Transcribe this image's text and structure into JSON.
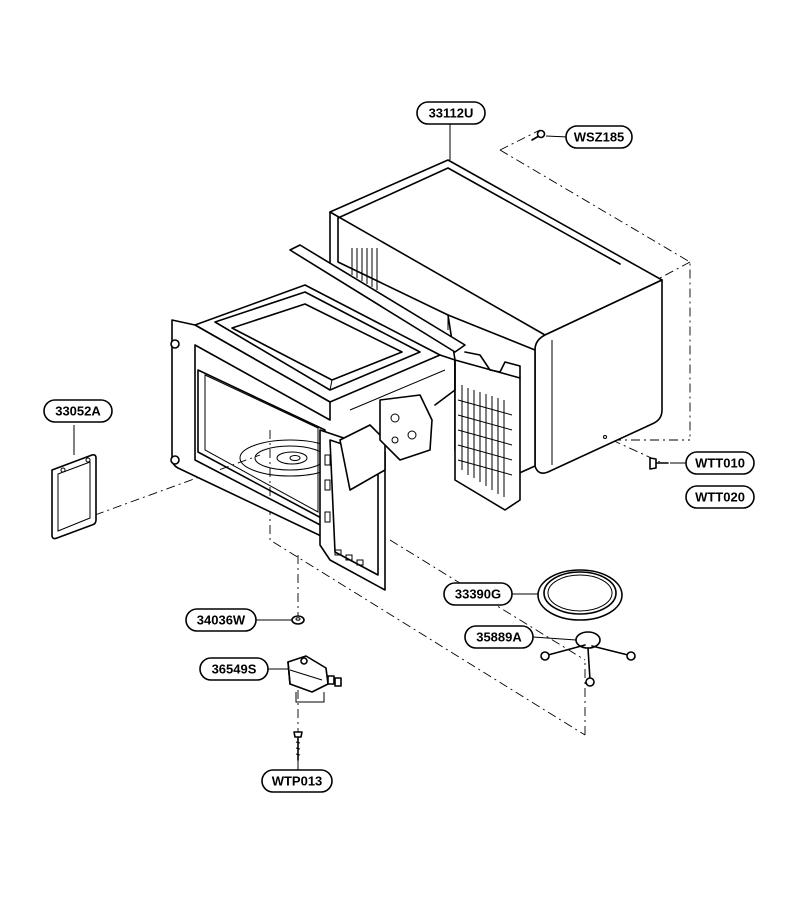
{
  "callouts": [
    {
      "id": "cabinet",
      "label": "33112U"
    },
    {
      "id": "screw-top",
      "label": "WSZ185"
    },
    {
      "id": "screw-side-1",
      "label": "WTT010"
    },
    {
      "id": "screw-side-2",
      "label": "WTT020"
    },
    {
      "id": "cover-plate",
      "label": "33052A"
    },
    {
      "id": "tray",
      "label": "33390G"
    },
    {
      "id": "roller-ring",
      "label": "35889A"
    },
    {
      "id": "coupler",
      "label": "34036W"
    },
    {
      "id": "motor",
      "label": "36549S"
    },
    {
      "id": "motor-screw",
      "label": "WTP013"
    }
  ]
}
